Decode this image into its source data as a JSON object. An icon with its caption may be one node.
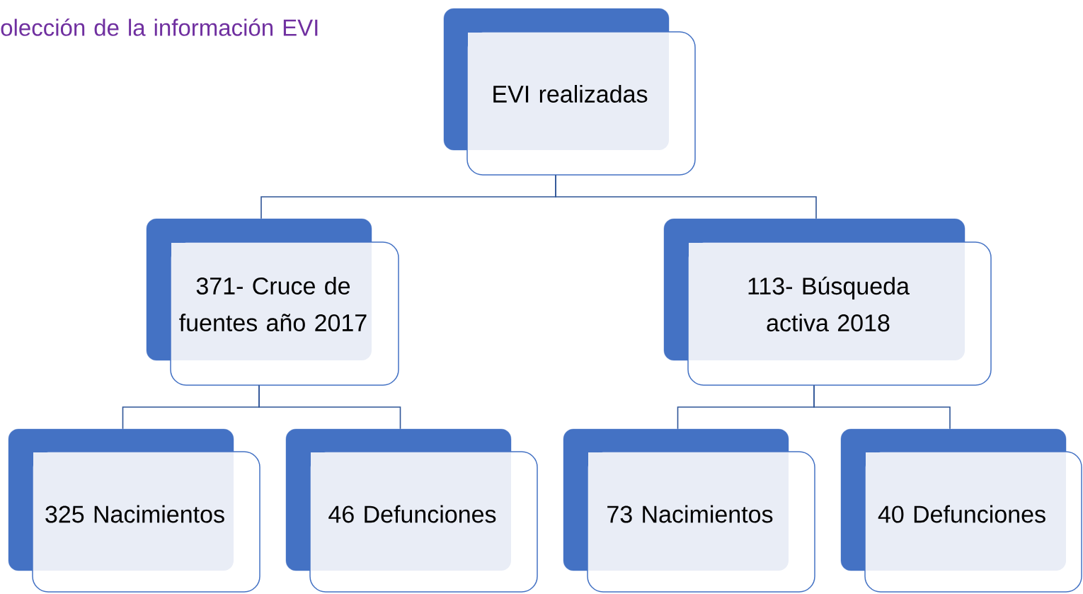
{
  "diagram": {
    "title": "olección de la información EVI",
    "nodes": [
      {
        "text": [
          "EVI realizadas"
        ]
      },
      {
        "text": [
          "371- Cruce de fuentes año 2017"
        ]
      },
      {
        "text": [
          "113- Búsqueda activa 2018"
        ]
      },
      {
        "text": [
          "325 Nacimientos"
        ]
      },
      {
        "text": [
          "46 Defunciones"
        ]
      },
      {
        "text": [
          "73 Nacimientos"
        ]
      },
      {
        "text": [
          "40 Defunciones"
        ]
      }
    ],
    "edges": [
      {
        "from": 0,
        "to": 1,
        "arrow": "none"
      },
      {
        "from": 0,
        "to": 2,
        "arrow": "none"
      },
      {
        "from": 1,
        "to": 3,
        "arrow": "none"
      },
      {
        "from": 1,
        "to": 4,
        "arrow": "none"
      },
      {
        "from": 2,
        "to": 5,
        "arrow": "none"
      },
      {
        "from": 2,
        "to": 6,
        "arrow": "none"
      }
    ]
  }
}
